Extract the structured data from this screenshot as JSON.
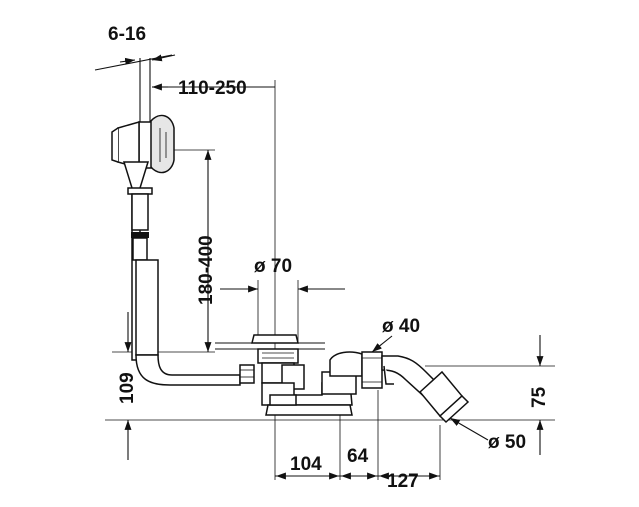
{
  "dimensions": {
    "overflow_clearance": "6-16",
    "overflow_to_drain": "110-250",
    "overflow_height": "180-400",
    "drain_diameter": "ø 70",
    "siphon_diameter": "ø 40",
    "outlet_diameter": "ø 50",
    "trap_height": "109",
    "outlet_height": "75",
    "drain_to_siphon": "104",
    "siphon_spacing": "64",
    "siphon_to_outlet": "127"
  },
  "colors": {
    "line": "#111111",
    "background": "#ffffff",
    "fill": "#e6e6e6"
  }
}
